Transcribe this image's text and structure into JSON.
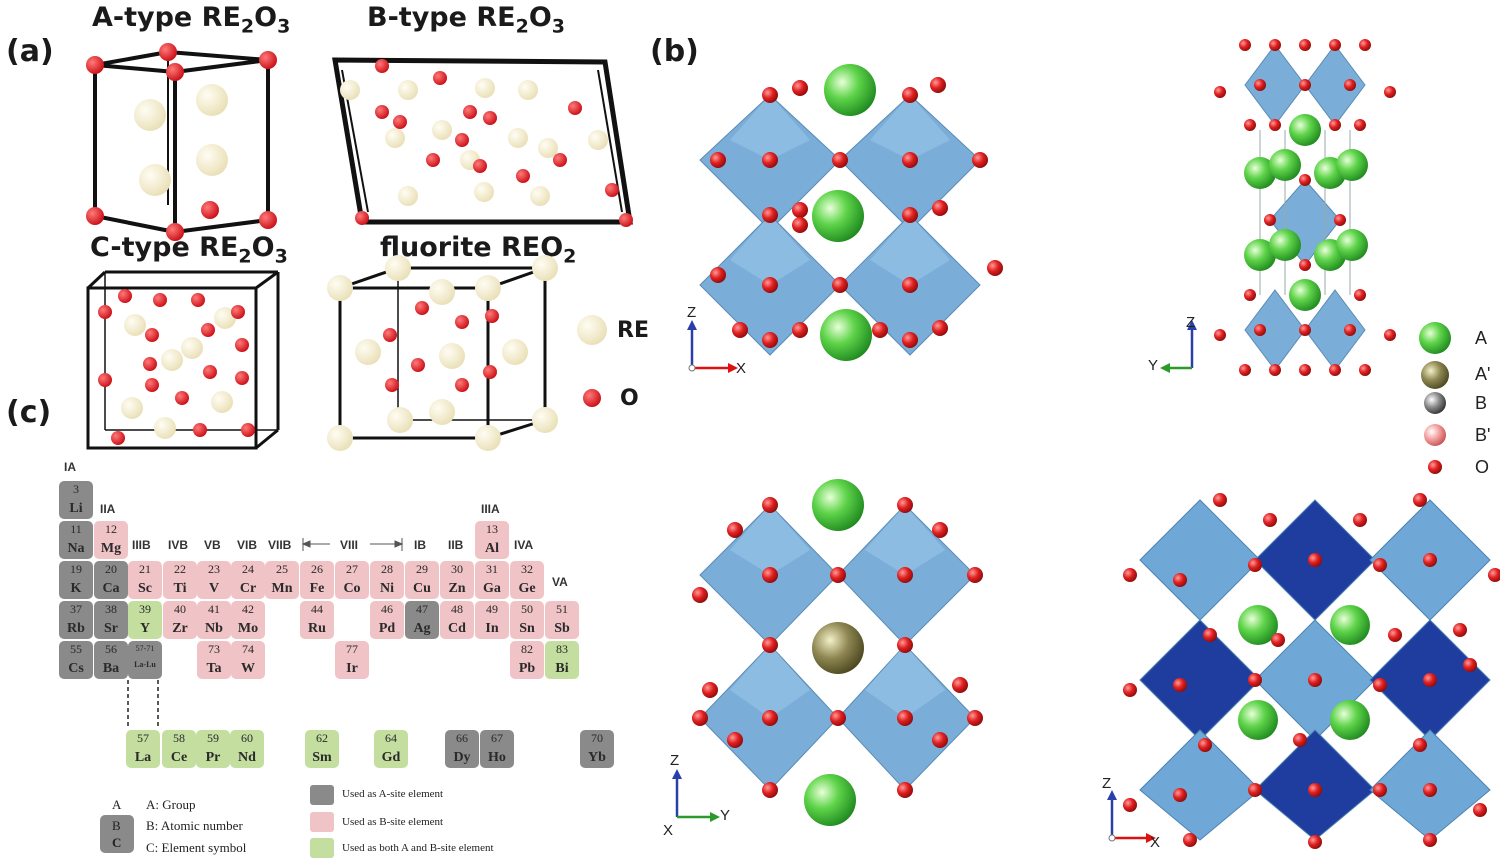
{
  "panels": {
    "a": "(a)",
    "b": "(b)",
    "c": "(c)"
  },
  "panel_a": {
    "titles": {
      "atype": {
        "pre": "A-type RE",
        "s1": "2",
        "mid": "O",
        "s2": "3"
      },
      "btype": {
        "pre": "B-type RE",
        "s1": "2",
        "mid": "O",
        "s2": "3"
      },
      "ctype": {
        "pre": "C-type RE",
        "s1": "2",
        "mid": "O",
        "s2": "3"
      },
      "fluor": {
        "pre": "fluorite REO",
        "s1": "2"
      }
    },
    "legend": {
      "re": "RE",
      "o": "O"
    },
    "colors": {
      "re_atom": "#f3ecce",
      "o_atom": "#e31e24",
      "cell_edge": "#111111"
    }
  },
  "panel_b": {
    "legend": {
      "a": "A",
      "a_prime": "A'",
      "b": "B",
      "b_prime": "B'",
      "o": "O"
    },
    "axes": {
      "v1": {
        "up": "Z",
        "right": "X"
      },
      "v2": {
        "up": "Z",
        "left": "Y"
      },
      "v3": {
        "up": "Z",
        "right": "Y",
        "origin": "X"
      },
      "v4": {
        "up": "Z",
        "right": "X"
      }
    },
    "colors": {
      "octahedron": "#6fa8d6",
      "octahedron_dark": "#1f3d9e",
      "a_site": "#3fbf3f",
      "a_prime": "#7a7440",
      "b_site": "#9a9a9a",
      "o_atom": "#e02020"
    }
  },
  "panel_c": {
    "groups": {
      "ia": "IA",
      "iia": "IIA",
      "iiib": "IIIB",
      "ivb": "IVB",
      "vb": "VB",
      "vib": "VIB",
      "viib": "VIIB",
      "viii": "VIII",
      "ib": "IB",
      "iib": "IIB",
      "iiia": "IIIA",
      "iva": "IVA",
      "va": "VA"
    },
    "elements": {
      "li": {
        "n": "3",
        "s": "Li"
      },
      "na": {
        "n": "11",
        "s": "Na"
      },
      "mg": {
        "n": "12",
        "s": "Mg"
      },
      "al": {
        "n": "13",
        "s": "Al"
      },
      "k": {
        "n": "19",
        "s": "K"
      },
      "ca": {
        "n": "20",
        "s": "Ca"
      },
      "sc": {
        "n": "21",
        "s": "Sc"
      },
      "ti": {
        "n": "22",
        "s": "Ti"
      },
      "v": {
        "n": "23",
        "s": "V"
      },
      "cr": {
        "n": "24",
        "s": "Cr"
      },
      "mn": {
        "n": "25",
        "s": "Mn"
      },
      "fe": {
        "n": "26",
        "s": "Fe"
      },
      "co": {
        "n": "27",
        "s": "Co"
      },
      "ni": {
        "n": "28",
        "s": "Ni"
      },
      "cu": {
        "n": "29",
        "s": "Cu"
      },
      "zn": {
        "n": "30",
        "s": "Zn"
      },
      "ga": {
        "n": "31",
        "s": "Ga"
      },
      "ge": {
        "n": "32",
        "s": "Ge"
      },
      "rb": {
        "n": "37",
        "s": "Rb"
      },
      "sr": {
        "n": "38",
        "s": "Sr"
      },
      "y": {
        "n": "39",
        "s": "Y"
      },
      "zr": {
        "n": "40",
        "s": "Zr"
      },
      "nb": {
        "n": "41",
        "s": "Nb"
      },
      "mo": {
        "n": "42",
        "s": "Mo"
      },
      "ru": {
        "n": "44",
        "s": "Ru"
      },
      "pd": {
        "n": "46",
        "s": "Pd"
      },
      "ag": {
        "n": "47",
        "s": "Ag"
      },
      "cd": {
        "n": "48",
        "s": "Cd"
      },
      "in": {
        "n": "49",
        "s": "In"
      },
      "sn": {
        "n": "50",
        "s": "Sn"
      },
      "sb": {
        "n": "51",
        "s": "Sb"
      },
      "cs": {
        "n": "55",
        "s": "Cs"
      },
      "ba": {
        "n": "56",
        "s": "Ba"
      },
      "lala": {
        "n": "57-71",
        "s": "La-Lu"
      },
      "ta": {
        "n": "73",
        "s": "Ta"
      },
      "w": {
        "n": "74",
        "s": "W"
      },
      "ir": {
        "n": "77",
        "s": "Ir"
      },
      "pb": {
        "n": "82",
        "s": "Pb"
      },
      "bi": {
        "n": "83",
        "s": "Bi"
      },
      "la": {
        "n": "57",
        "s": "La"
      },
      "ce": {
        "n": "58",
        "s": "Ce"
      },
      "pr": {
        "n": "59",
        "s": "Pr"
      },
      "nd": {
        "n": "60",
        "s": "Nd"
      },
      "sm": {
        "n": "62",
        "s": "Sm"
      },
      "gd": {
        "n": "64",
        "s": "Gd"
      },
      "dy": {
        "n": "66",
        "s": "Dy"
      },
      "ho": {
        "n": "67",
        "s": "Ho"
      },
      "yb": {
        "n": "70",
        "s": "Yb"
      }
    },
    "key": {
      "a_letter": "A",
      "b_letter": "B",
      "c_letter": "C",
      "group": "A: Group",
      "atomic_number": "B: Atomic number",
      "symbol": "C: Element symbol"
    },
    "legend": {
      "a_site": "Used as A-site element",
      "b_site": "Used as B-site element",
      "both": "Used as both A and B-site element"
    },
    "colors": {
      "a_site": "#8a8a8a",
      "b_site": "#f0c3c6",
      "both": "#c4dea0"
    }
  }
}
